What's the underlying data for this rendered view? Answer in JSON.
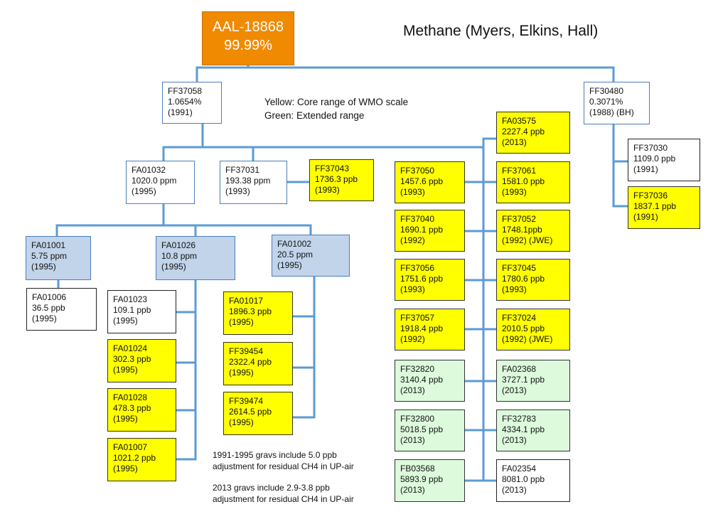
{
  "title": "Methane (Myers, Elkins, Hall)",
  "legend": [
    "Yellow:  Core range of WMO scale",
    "Green:  Extended range"
  ],
  "notes": [
    [
      "1991-1995 gravs include 5.0 ppb",
      "adjustment for residual CH4 in UP-air"
    ],
    [
      "2013 gravs include 2.9-3.8 ppb",
      "adjustment for residual CH4 in UP-air"
    ]
  ],
  "colors": {
    "root": "#f08a00",
    "yellow": "#ffff00",
    "green": "#ddfadd",
    "blue": "#c2d4ea",
    "connector": "#5b9bd5"
  },
  "nodes": {
    "root": [
      "AAL-18868",
      "99.99%"
    ],
    "ff37058": [
      "FF37058",
      "1.0654%",
      "(1991)"
    ],
    "ff30480": [
      "FF30480",
      "0.3071%",
      "(1988) (BH)"
    ],
    "ff37030": [
      "FF37030",
      "1109.0 ppb",
      "(1991)"
    ],
    "ff37036": [
      "FF37036",
      "1837.1 ppb",
      "(1991)"
    ],
    "fa01032": [
      "FA01032",
      "1020.0 ppm",
      "(1995)"
    ],
    "ff37031": [
      "FF37031",
      "193.38 ppm",
      "(1993)"
    ],
    "ff37043": [
      "FF37043",
      "1736.3 ppb",
      "(1993)"
    ],
    "fa01001": [
      "FA01001",
      "5.75 ppm",
      "(1995)"
    ],
    "fa01026": [
      "FA01026",
      "10.8 ppm",
      "(1995)"
    ],
    "fa01002": [
      "FA01002",
      "20.5 ppm",
      "(1995)"
    ],
    "fa01006": [
      "FA01006",
      "36.5 ppb",
      "(1995)"
    ],
    "fa01023": [
      "FA01023",
      "109.1 ppb",
      "(1995)"
    ],
    "fa01024": [
      "FA01024",
      "302.3 ppb",
      "(1995)"
    ],
    "fa01028": [
      "FA01028",
      "478.3 ppb",
      "(1995)"
    ],
    "fa01007": [
      "FA01007",
      "1021.2 ppb",
      "(1995)"
    ],
    "fa01017": [
      "FA01017",
      "1896.3 ppb",
      "(1995)"
    ],
    "ff39454": [
      "FF39454",
      "2322.4 ppb",
      "(1995)"
    ],
    "ff39474": [
      "FF39474",
      "2614.5 ppb",
      "(1995)"
    ],
    "fa03575": [
      "FA03575",
      "2227.4 ppb",
      "(2013)"
    ],
    "ff37050": [
      "FF37050",
      "1457.6 ppb",
      "(1993)"
    ],
    "ff37061": [
      "FF37061",
      "1581.0 ppb",
      "(1993)"
    ],
    "ff37040": [
      "FF37040",
      "1690.1 ppb",
      "(1992)"
    ],
    "ff37052": [
      "FF37052",
      "1748.1ppb",
      "(1992) (JWE)"
    ],
    "ff37056": [
      "FF37056",
      "1751.6 ppb",
      "(1993)"
    ],
    "ff37045": [
      "FF37045",
      "1780.6 ppb",
      "(1993)"
    ],
    "ff37057": [
      "FF37057",
      "1918.4 ppb",
      "(1992)"
    ],
    "ff37024": [
      "FF37024",
      "2010.5 ppb",
      "(1992) (JWE)"
    ],
    "ff32820": [
      "FF32820",
      "3140.4  ppb",
      "(2013)"
    ],
    "fa02368": [
      "FA02368",
      "3727.1 ppb",
      "(2013)"
    ],
    "ff32800": [
      "FF32800",
      "5018.5 ppb",
      "(2013)"
    ],
    "ff32783": [
      "FF32783",
      "4334.1 ppb",
      "(2013)"
    ],
    "fb03568": [
      "FB03568",
      "5893.9 ppb",
      "(2013)"
    ],
    "fa02354": [
      "FA02354",
      "8081.0 ppb",
      "(2013)"
    ]
  }
}
